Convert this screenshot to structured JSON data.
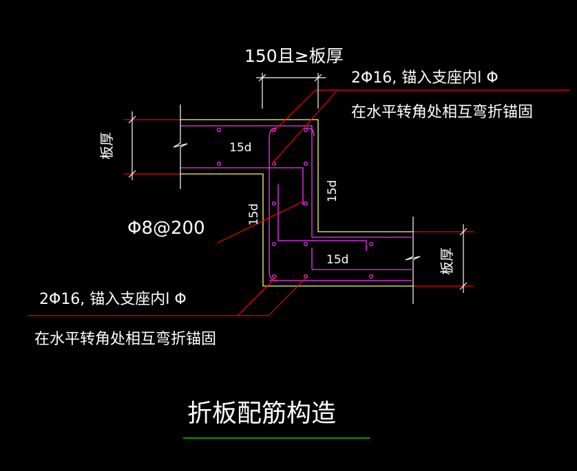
{
  "drawing": {
    "title": "折板配筋构造",
    "dim_top": "150且≥板厚",
    "dim_thick_left": "板厚",
    "dim_thick_right": "板厚",
    "anchor_note_top_1": "2Φ16, 锚入支座内l Φ",
    "anchor_note_top_2": "在水平转角处相互弯折锚固",
    "anchor_note_bottom_1": "2Φ16, 锚入支座内l Φ",
    "anchor_note_bottom_2": "在水平转角处相互弯折锚固",
    "stirrup_label": "Φ8@200",
    "len_top": "15d",
    "len_right_vertical": "15d",
    "len_left_vertical": "15d",
    "len_bottom": "15d"
  },
  "colors": {
    "background": "#000000",
    "concrete_outline": "#ffff66",
    "rebar": "#ff33ff",
    "leader": "#ff0000",
    "dimension": "#ffffff",
    "title_underline": "#00ff00"
  }
}
